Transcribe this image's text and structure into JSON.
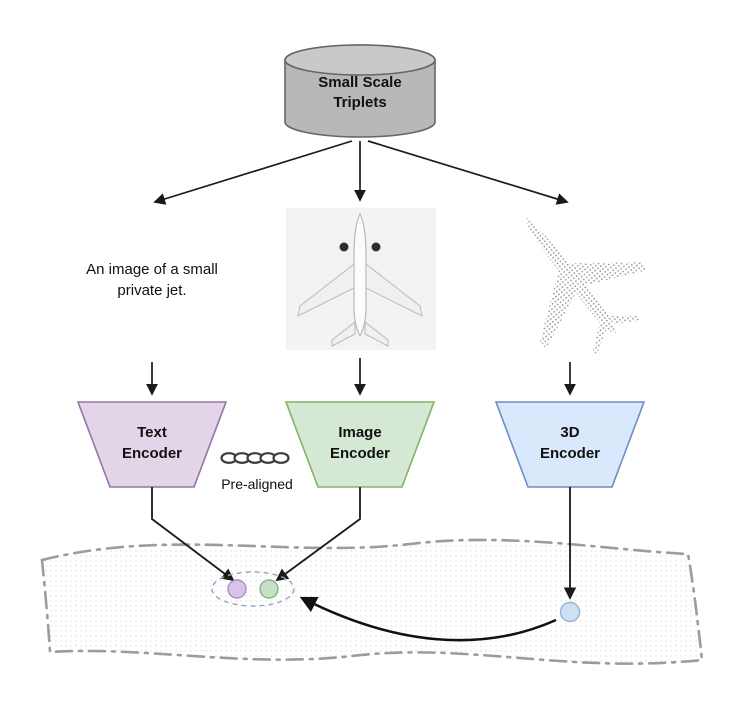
{
  "diagram": {
    "database_label": "Small Scale\nTriplets",
    "caption_text": "An image of a small\nprivate jet.",
    "prealigned_label": "Pre-aligned",
    "encoders": {
      "text": {
        "label": "Text\nEncoder",
        "fill": "#e1d5e7",
        "stroke": "#9673a6"
      },
      "image": {
        "label": "Image\nEncoder",
        "fill": "#d5e8d4",
        "stroke": "#82b366"
      },
      "three_d": {
        "label": "3D\nEncoder",
        "fill": "#dae8fc",
        "stroke": "#6c8ebf"
      }
    },
    "points": {
      "text": {
        "fill": "#d9c3e8",
        "stroke": "#a98fc9"
      },
      "image": {
        "fill": "#c6dfc5",
        "stroke": "#8ab38a"
      },
      "shape": {
        "fill": "#cfe0f4",
        "stroke": "#93b5da"
      }
    },
    "database_fill": "#b8b8b8",
    "database_top_fill": "#c9c9c9",
    "database_stroke": "#666666",
    "arrow_color": "#1a1a1a",
    "surface_stroke": "#9c9c9c",
    "icons": {
      "database": "database-cylinder-icon",
      "chain": "chain-link-icon"
    }
  }
}
